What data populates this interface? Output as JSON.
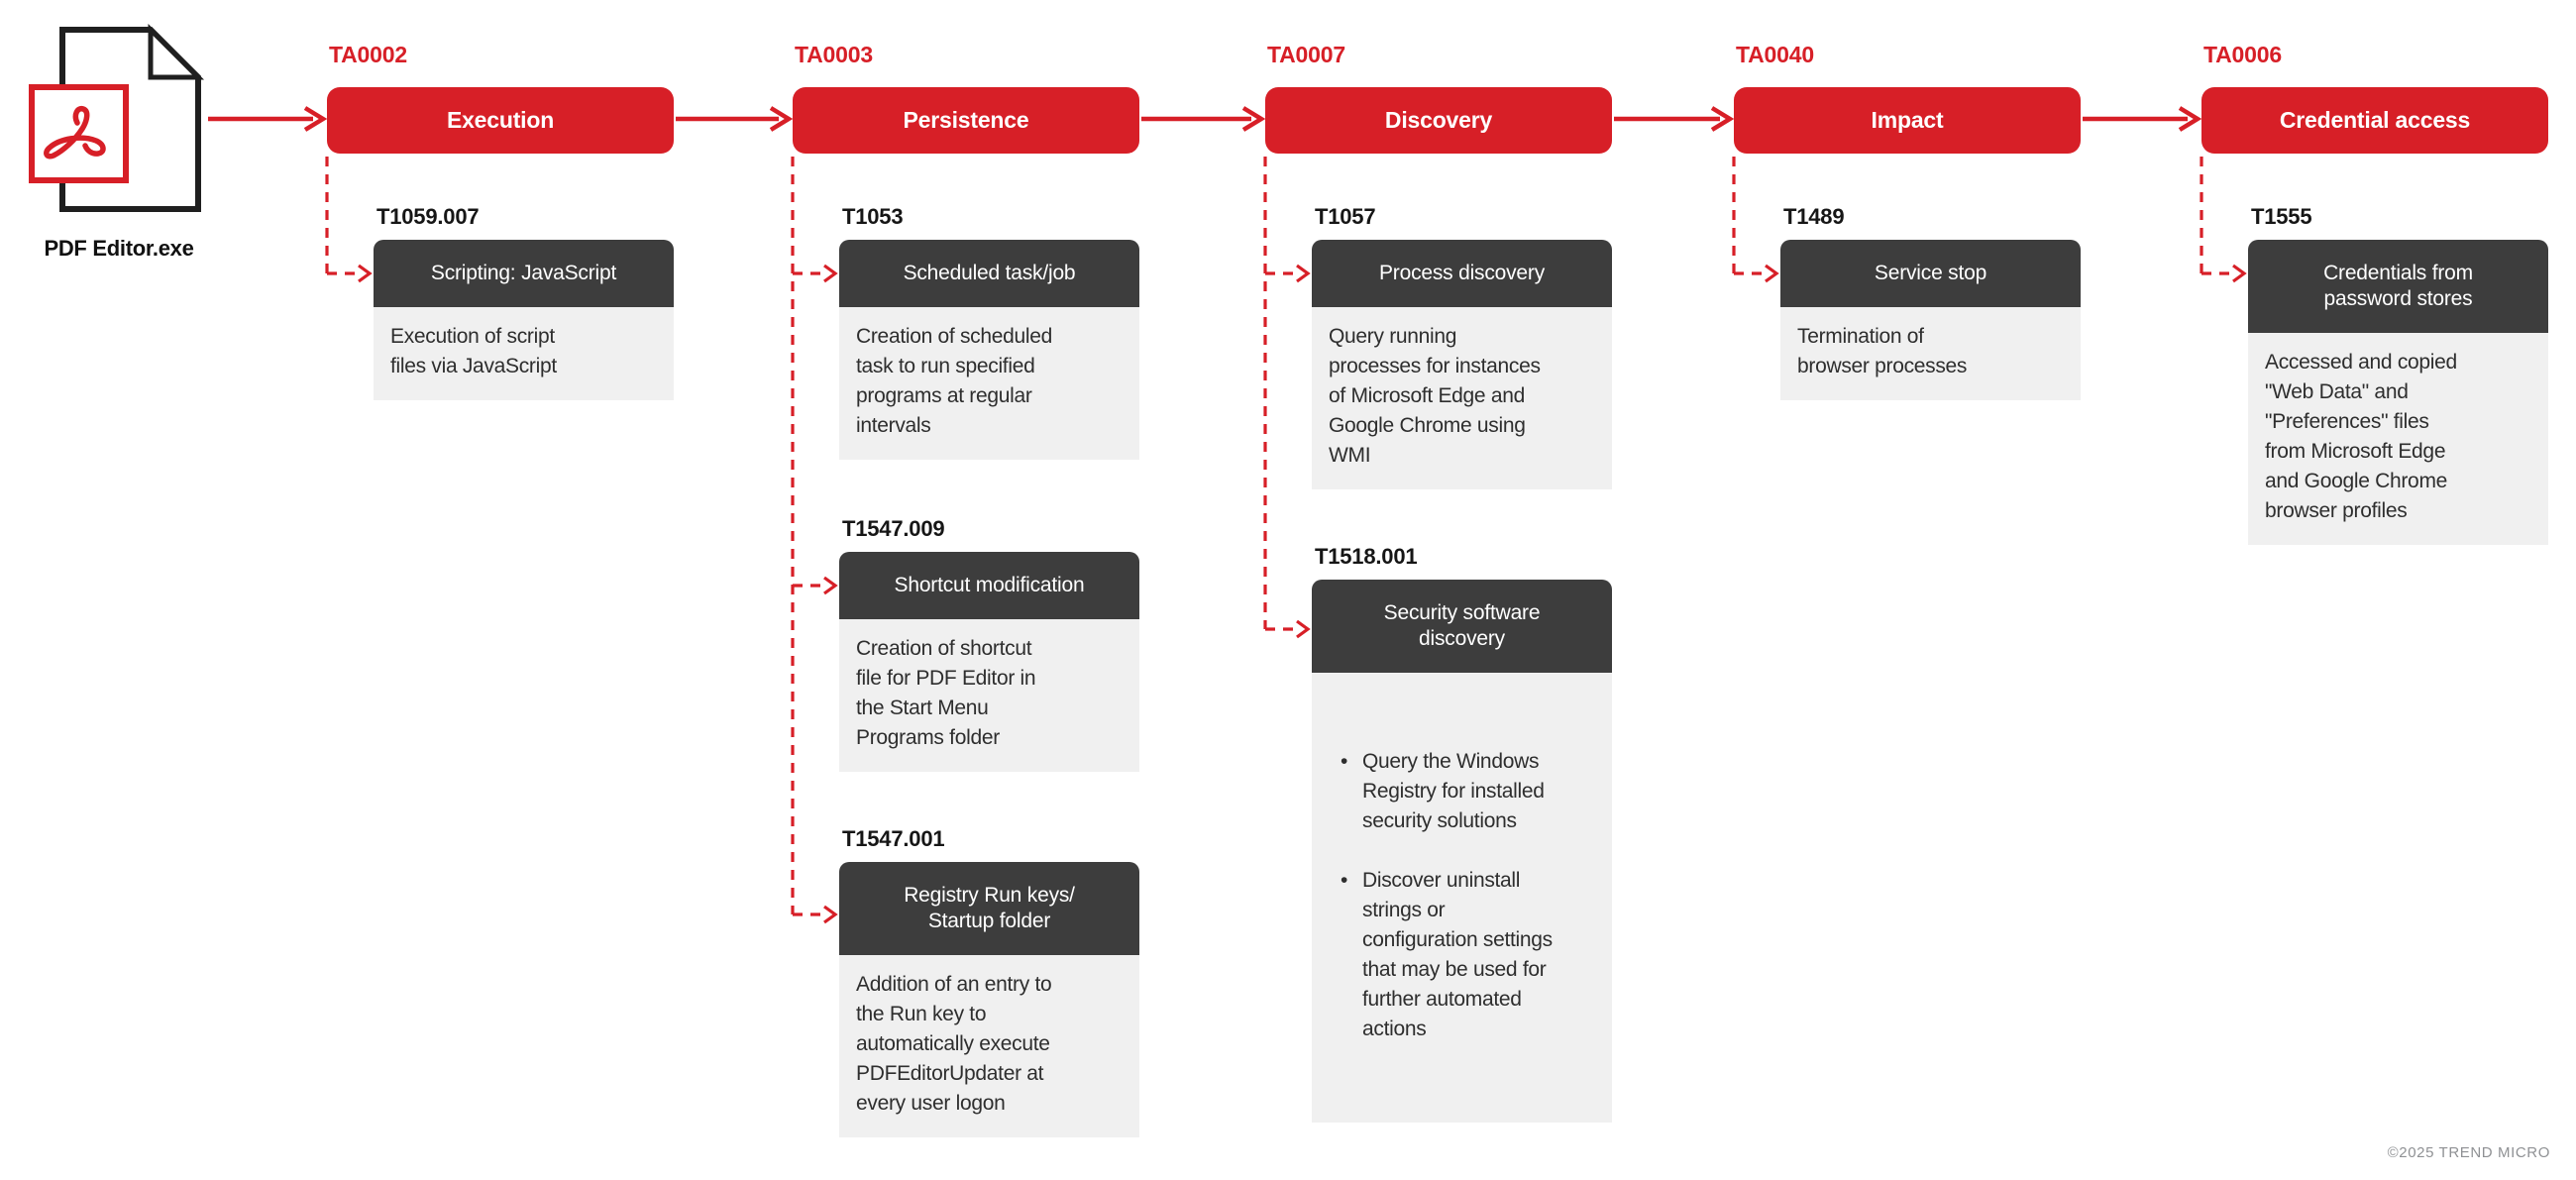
{
  "source": {
    "label": "PDF Editor.exe",
    "icon": "pdf-file-icon"
  },
  "colors": {
    "accent_red": "#d71f27",
    "technique_header_dark": "#3d3d3d",
    "technique_body_light": "#f0f0f0",
    "body_text": "#2e2e2e",
    "footer_gray": "#8f9194"
  },
  "footer": "©2025 TREND MICRO",
  "columns": [
    {
      "tactic_id": "TA0002",
      "tactic_name": "Execution",
      "techniques": [
        {
          "id": "T1059.007",
          "title": "Scripting: JavaScript",
          "description": "Execution of script\nfiles via JavaScript"
        }
      ]
    },
    {
      "tactic_id": "TA0003",
      "tactic_name": "Persistence",
      "techniques": [
        {
          "id": "T1053",
          "title": "Scheduled task/job",
          "description": "Creation of scheduled\ntask to run specified\nprograms at regular\nintervals"
        },
        {
          "id": "T1547.009",
          "title": "Shortcut modification",
          "description": "Creation of shortcut\nfile for PDF Editor in\nthe Start Menu\nPrograms folder"
        },
        {
          "id": "T1547.001",
          "title": "Registry Run keys/\nStartup folder",
          "description": "Addition of an entry to\nthe Run key to\nautomatically execute\nPDFEditorUpdater at\nevery user logon"
        }
      ]
    },
    {
      "tactic_id": "TA0007",
      "tactic_name": "Discovery",
      "techniques": [
        {
          "id": "T1057",
          "title": "Process discovery",
          "description": "Query running\nprocesses for instances\nof Microsoft Edge and\nGoogle Chrome using\nWMI"
        },
        {
          "id": "T1518.001",
          "title": "Security software\ndiscovery",
          "bullets": [
            "Query the Windows\nRegistry for installed\nsecurity solutions",
            "Discover uninstall\nstrings or\nconfiguration settings\nthat may be used for\nfurther automated\nactions"
          ]
        }
      ]
    },
    {
      "tactic_id": "TA0040",
      "tactic_name": "Impact",
      "techniques": [
        {
          "id": "T1489",
          "title": "Service stop",
          "description": "Termination of\nbrowser processes"
        }
      ]
    },
    {
      "tactic_id": "TA0006",
      "tactic_name": "Credential access",
      "techniques": [
        {
          "id": "T1555",
          "title": "Credentials from\npassword stores",
          "description": "Accessed and copied\n\"Web Data\" and\n\"Preferences\" files\nfrom Microsoft Edge\nand Google Chrome\nbrowser profiles"
        }
      ]
    }
  ]
}
